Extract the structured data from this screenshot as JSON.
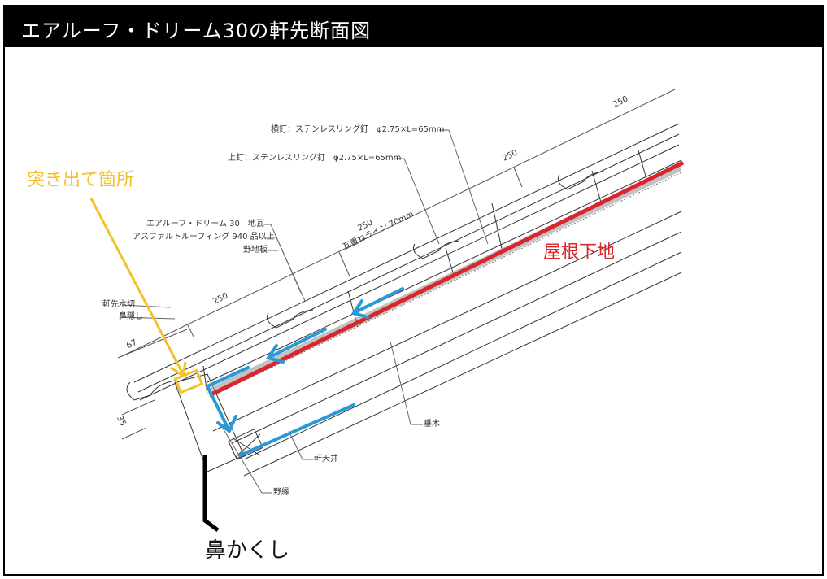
{
  "header": {
    "title": "エアルーフ・ドリーム30の軒先断面図"
  },
  "callouts": {
    "yokokugi": "横釘：ステンレスリング釘　φ2.75×L=65mm",
    "uwakugi": "上釘：ステンレスリング釘　φ2.75×L=65mm",
    "jigawara": "エアルーフ・ドリーム 30　地瓦",
    "asphalt": "アスファルトルーフィング 940 品以上",
    "nojiita": "野地板",
    "nokisaki_mizukiri": "軒先水切",
    "hanakakushi_small": "鼻隠し",
    "taruki": "垂木",
    "noki_tenjo": "軒天井",
    "nobuchi": "野縁",
    "overlap_line": "瓦重ねライン 70mm"
  },
  "dimensions": {
    "d1": "250",
    "d2": "250",
    "d3": "250",
    "d4": "250",
    "d5": "67",
    "d6": "35"
  },
  "annotations": {
    "protrusion": "突き出て箇所",
    "roof_base": "屋根下地",
    "fascia": "鼻かくし"
  },
  "colors": {
    "title_bg": "#000000",
    "protrusion": "#f2c12e",
    "roof_base": "#d9262c",
    "flow_arrows": "#2a9ad6",
    "fascia_marker": "#000000",
    "line": "#333333"
  }
}
